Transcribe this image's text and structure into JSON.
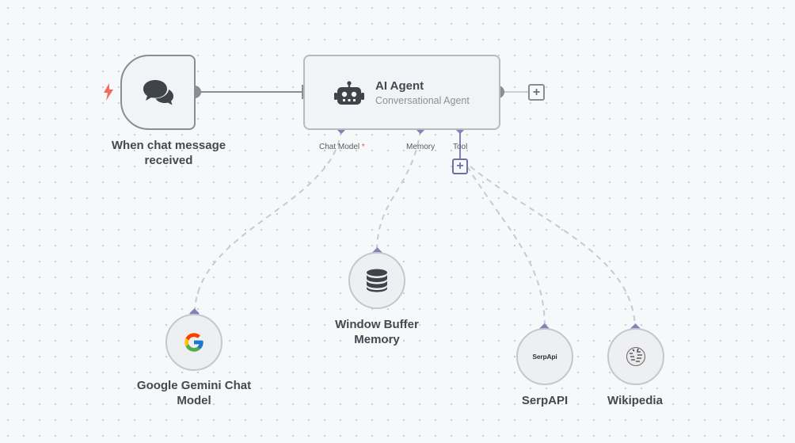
{
  "nodes": {
    "trigger": {
      "label": "When chat message received",
      "icon": "chat-bubbles-icon",
      "badge_icon": "lightning-bolt-icon"
    },
    "agent": {
      "title": "AI Agent",
      "subtitle": "Conversational Agent",
      "icon": "robot-icon"
    },
    "gemini": {
      "label": "Google Gemini Chat Model",
      "icon": "google-g-icon"
    },
    "memory": {
      "label": "Window Buffer Memory",
      "icon": "database-icon"
    },
    "serpapi": {
      "label": "SerpAPI",
      "logo_text": "SerpApi"
    },
    "wikipedia": {
      "label": "Wikipedia",
      "icon": "wikipedia-globe-icon"
    }
  },
  "handles": {
    "chat_model": {
      "label": "Chat Model",
      "required_mark": "*"
    },
    "memory": {
      "label": "Memory"
    },
    "tool": {
      "label": "Tool"
    }
  },
  "colors": {
    "canvas_bg": "#f7f8fa",
    "node_border": "#8a8d94",
    "sub_handle": "#7f83b6",
    "trigger_bolt": "#f26b5b",
    "required": "#e2574c"
  }
}
